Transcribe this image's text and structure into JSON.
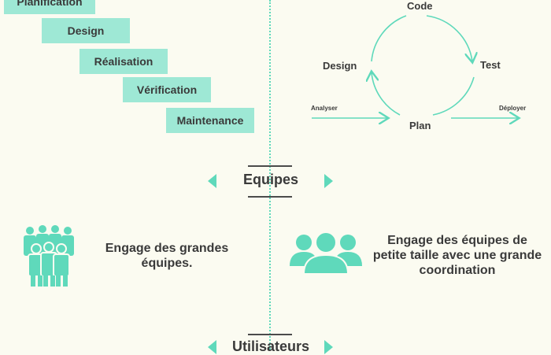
{
  "waterfall": {
    "steps": [
      "Planification",
      "Design",
      "Réalisation",
      "Vérification",
      "Maintenance"
    ]
  },
  "cycle": {
    "code": "Code",
    "design": "Design",
    "test": "Test",
    "plan": "Plan",
    "analyser": "Analyser",
    "deployer": "Déployer"
  },
  "sections": {
    "equipes": {
      "title": "Equipes",
      "left_text": "Engage des grandes équipes.",
      "right_text": "Engage des équipes de petite taille avec une grande coordination"
    },
    "utilisateurs": {
      "title": "Utilisateurs"
    }
  },
  "colors": {
    "accent": "#5fd9bb",
    "step_fill": "#9ee8d5",
    "text": "#3a3a3a",
    "background": "#fbfbf1"
  },
  "icons": {
    "left": "large-team-icon",
    "right": "small-team-icon"
  }
}
